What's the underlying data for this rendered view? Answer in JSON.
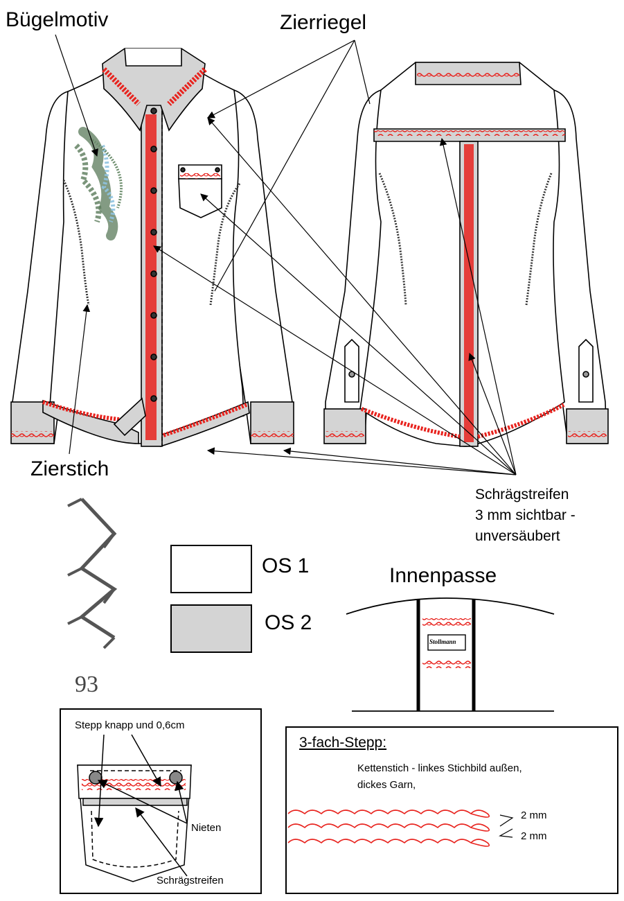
{
  "labels": {
    "buegelmotiv": "Bügelmotiv",
    "zierriegel": "Zierriegel",
    "zierstich": "Zierstich",
    "schraegstreifen_line1": "Schrägstreifen",
    "schraegstreifen_line2": "3 mm sichtbar -",
    "schraegstreifen_line3": "unversäubert",
    "innenpasse": "Innenpasse",
    "label_tag": "Stollmann",
    "stitch_number": "93"
  },
  "legend": [
    {
      "label": "OS 1",
      "color": "#ffffff"
    },
    {
      "label": "OS 2",
      "color": "#d4d4d4"
    }
  ],
  "pocket_detail": {
    "stepp_label": "Stepp knapp und 0,6cm",
    "nieten_label": "Nieten",
    "schraegstreifen_label": "Schrägstreifen"
  },
  "stepp_box": {
    "title": "3-fach-Stepp:",
    "desc_line1": "Kettenstich - linkes Stichbild außen,",
    "desc_line2": "dickes Garn,",
    "dim1": "2 mm",
    "dim2": "2 mm"
  },
  "colors": {
    "stitch_red": "#e8231e",
    "fabric_grey": "#d4d4d4",
    "outline": "#000000",
    "motif_green": "#5a7a5a",
    "motif_blue": "#8fc3e0"
  }
}
